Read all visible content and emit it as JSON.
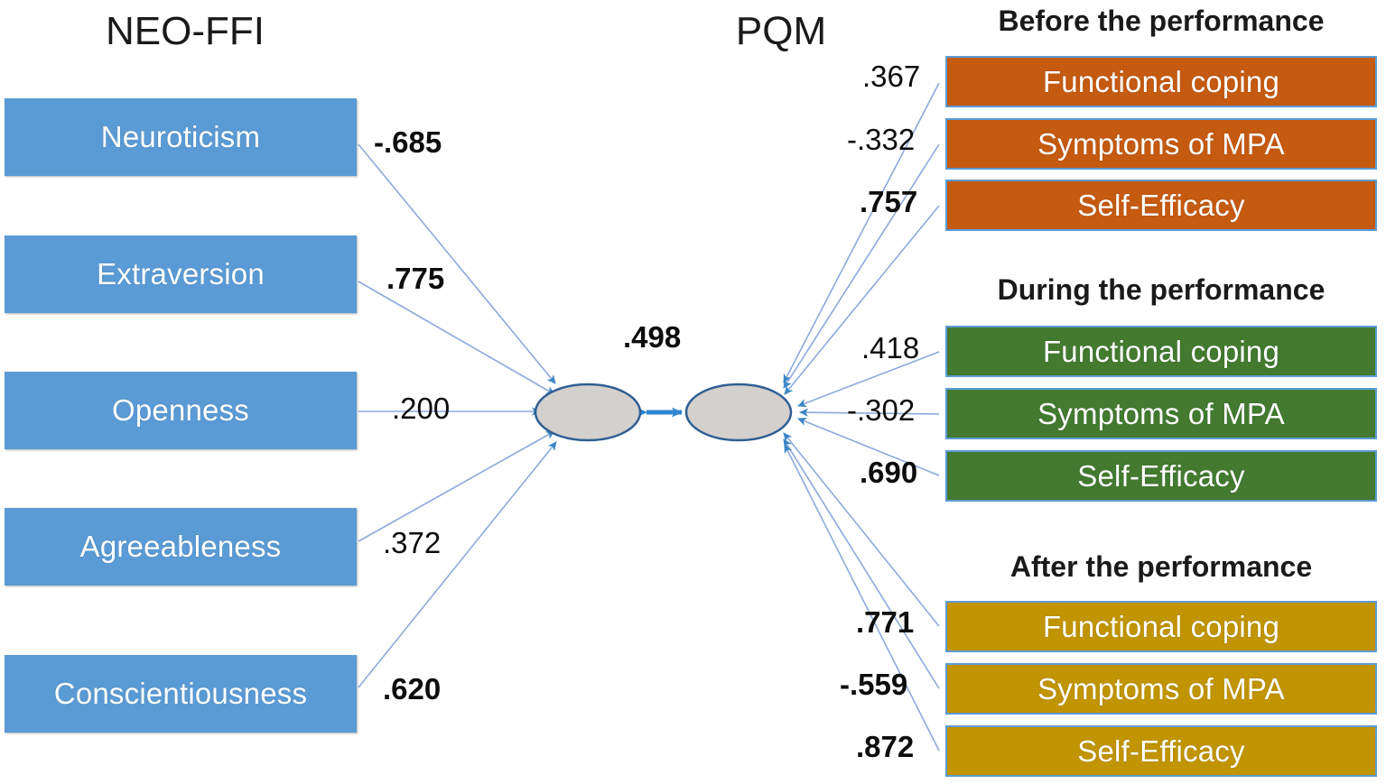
{
  "diagram": {
    "left_panel_title": "NEO-FFI",
    "center_panel_title": "PQM",
    "center_path_label": ".498",
    "colors": {
      "neo_box": "#5b9bd5",
      "before_box": "#c55a11",
      "during_box": "#437a30",
      "after_box": "#c19401",
      "box_border": "#5b9bd5",
      "latent_fill": "#d4d0cd",
      "latent_stroke": "#2e5f94",
      "arrow": "#8ea9db",
      "center_arrow": "#2e86d0",
      "text_dark": "#1a1a1a",
      "label_text": "#ffffff"
    },
    "neo_ffi": {
      "items": [
        {
          "label": "Neuroticism",
          "coefficient": "-.685",
          "bold": true
        },
        {
          "label": "Extraversion",
          "coefficient": ".775",
          "bold": true
        },
        {
          "label": "Openness",
          "coefficient": ".200",
          "bold": false
        },
        {
          "label": "Agreeableness",
          "coefficient": ".372",
          "bold": false
        },
        {
          "label": "Conscientiousness",
          "coefficient": ".620",
          "bold": true
        }
      ]
    },
    "pqm_groups": [
      {
        "title": "Before the performance",
        "items": [
          {
            "label": "Functional coping",
            "coefficient": ".367",
            "bold": false
          },
          {
            "label": "Symptoms of MPA",
            "coefficient": "-.332",
            "bold": false
          },
          {
            "label": "Self-Efficacy",
            "coefficient": ".757",
            "bold": true
          }
        ]
      },
      {
        "title": "During the performance",
        "items": [
          {
            "label": "Functional coping",
            "coefficient": ".418",
            "bold": false
          },
          {
            "label": "Symptoms of MPA",
            "coefficient": "-.302",
            "bold": false
          },
          {
            "label": "Self-Efficacy",
            "coefficient": ".690",
            "bold": true
          }
        ]
      },
      {
        "title": "After the performance",
        "items": [
          {
            "label": "Functional coping",
            "coefficient": ".771",
            "bold": true
          },
          {
            "label": "Symptoms of MPA",
            "coefficient": "-.559",
            "bold": true
          },
          {
            "label": "Self-Efficacy",
            "coefficient": ".872",
            "bold": true
          }
        ]
      }
    ]
  },
  "chart_data": {
    "type": "diagram",
    "title": "Structural model: NEO-FFI personality factors and PQM performance-related constructs",
    "nodes": {
      "left_latent": "NEO-FFI latent factor",
      "right_latent": "PQM latent factor"
    },
    "paths": [
      {
        "from": "Neuroticism",
        "to": "NEO-FFI latent",
        "value": -0.685
      },
      {
        "from": "Extraversion",
        "to": "NEO-FFI latent",
        "value": 0.775
      },
      {
        "from": "Openness",
        "to": "NEO-FFI latent",
        "value": 0.2
      },
      {
        "from": "Agreeableness",
        "to": "NEO-FFI latent",
        "value": 0.372
      },
      {
        "from": "Conscientiousness",
        "to": "NEO-FFI latent",
        "value": 0.62
      },
      {
        "from": "NEO-FFI latent",
        "to": "PQM latent",
        "value": 0.498,
        "bidirectional": true
      },
      {
        "from": "PQM latent",
        "to": "Before: Functional coping",
        "value": 0.367
      },
      {
        "from": "PQM latent",
        "to": "Before: Symptoms of MPA",
        "value": -0.332
      },
      {
        "from": "PQM latent",
        "to": "Before: Self-Efficacy",
        "value": 0.757
      },
      {
        "from": "PQM latent",
        "to": "During: Functional coping",
        "value": 0.418
      },
      {
        "from": "PQM latent",
        "to": "During: Symptoms of MPA",
        "value": -0.302
      },
      {
        "from": "PQM latent",
        "to": "During: Self-Efficacy",
        "value": 0.69
      },
      {
        "from": "PQM latent",
        "to": "After: Functional coping",
        "value": 0.771
      },
      {
        "from": "PQM latent",
        "to": "After: Symptoms of MPA",
        "value": -0.559
      },
      {
        "from": "PQM latent",
        "to": "After: Self-Efficacy",
        "value": 0.872
      }
    ]
  }
}
